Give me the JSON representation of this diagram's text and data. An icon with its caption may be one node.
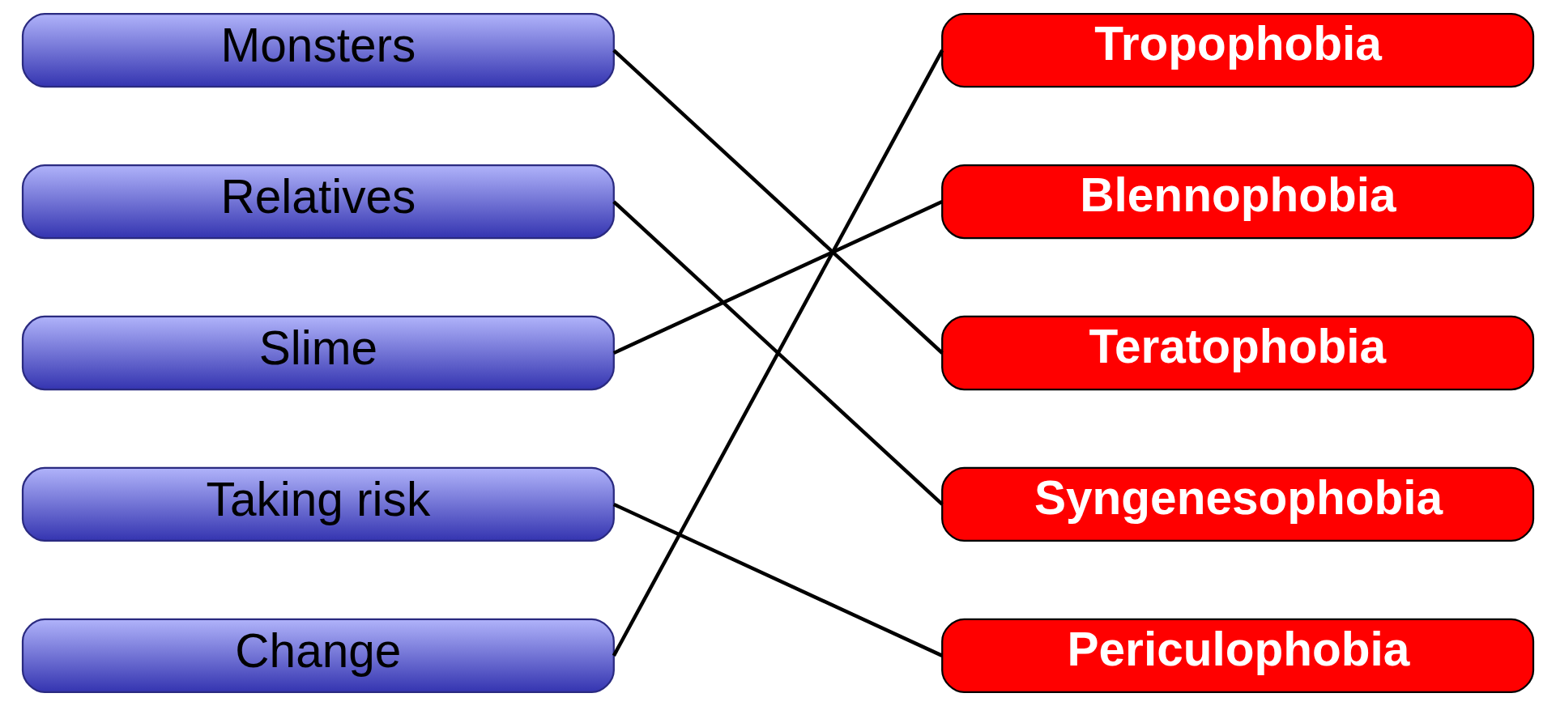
{
  "diagram": {
    "nodes": [
      {
        "text": [
          "Monsters"
        ]
      },
      {
        "text": [
          "Relatives"
        ]
      },
      {
        "text": [
          "Slime"
        ]
      },
      {
        "text": [
          "Taking risk"
        ]
      },
      {
        "text": [
          "Change"
        ]
      },
      {
        "text": [
          "Tropophobia"
        ]
      },
      {
        "text": [
          "Blennophobia"
        ]
      },
      {
        "text": [
          "Teratophobia"
        ]
      },
      {
        "text": [
          "Syngenesophobia"
        ]
      },
      {
        "text": [
          "Periculophobia"
        ]
      }
    ],
    "edges": [
      {
        "from": 0,
        "to": 7,
        "arrow": "none"
      },
      {
        "from": 1,
        "to": 8,
        "arrow": "none"
      },
      {
        "from": 2,
        "to": 6,
        "arrow": "none"
      },
      {
        "from": 3,
        "to": 9,
        "arrow": "none"
      },
      {
        "from": 4,
        "to": 5,
        "arrow": "none"
      }
    ]
  }
}
